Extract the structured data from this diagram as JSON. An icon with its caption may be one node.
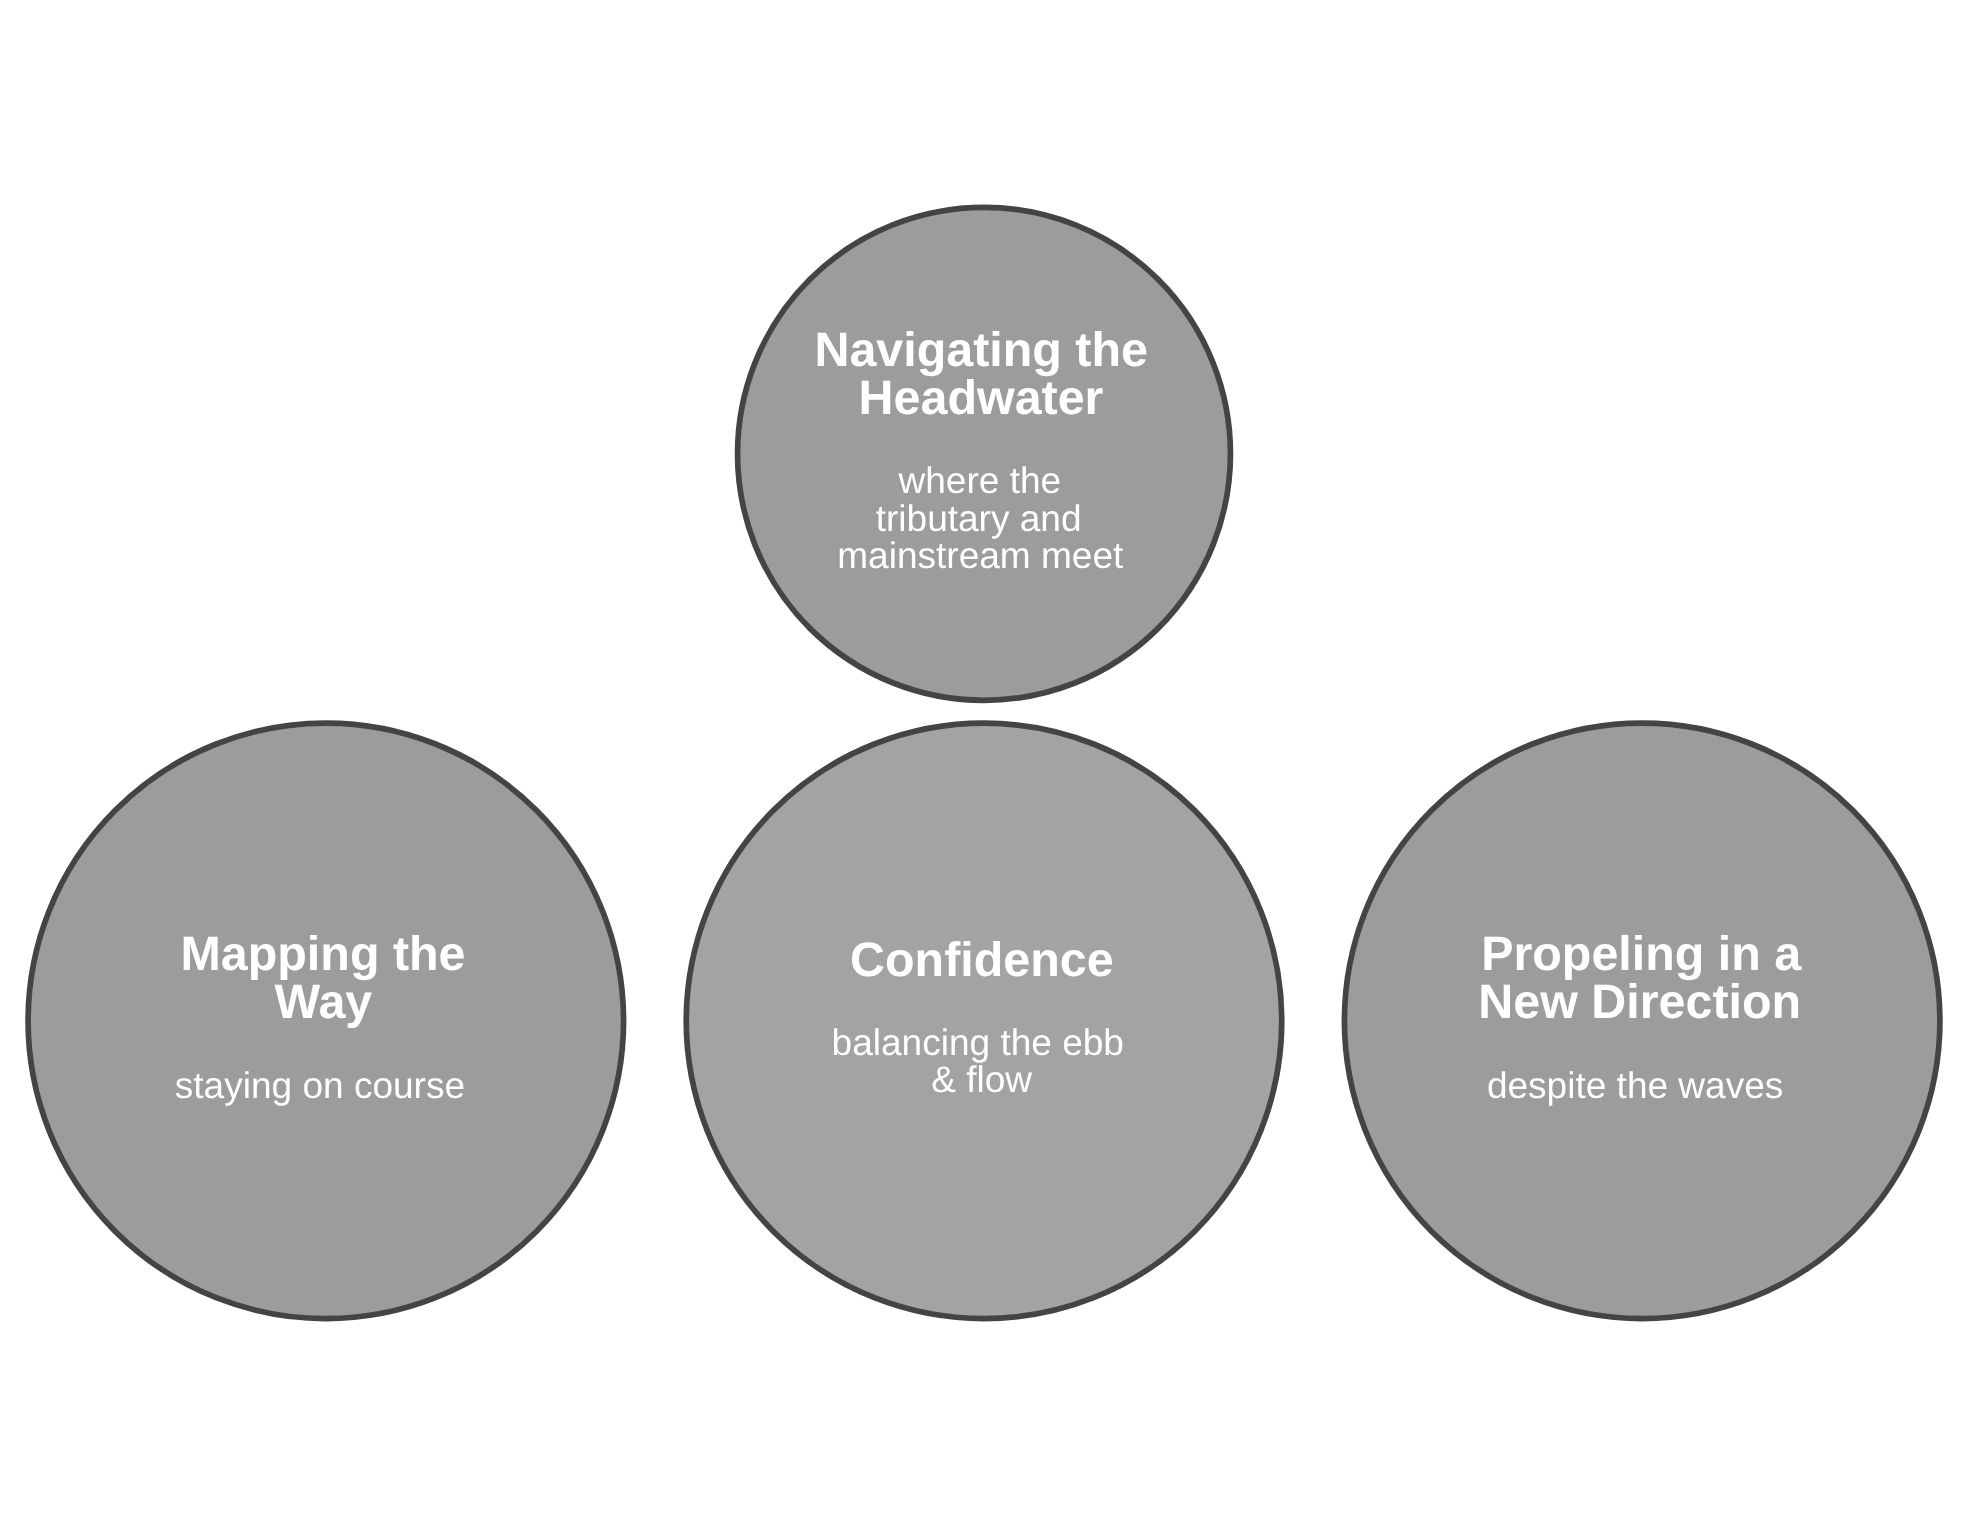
{
  "diagram": {
    "nodes": [
      {
        "text": [
          "Navigating the Headwater",
          "where the tributary and mainstream meet"
        ]
      },
      {
        "text": [
          "Confidence",
          "balancing the ebb & flow"
        ]
      },
      {
        "text": [
          "Mapping the Way",
          "staying on course"
        ]
      },
      {
        "text": [
          "Propeling in a New Direction",
          "despite the waves"
        ]
      }
    ],
    "edges": []
  }
}
